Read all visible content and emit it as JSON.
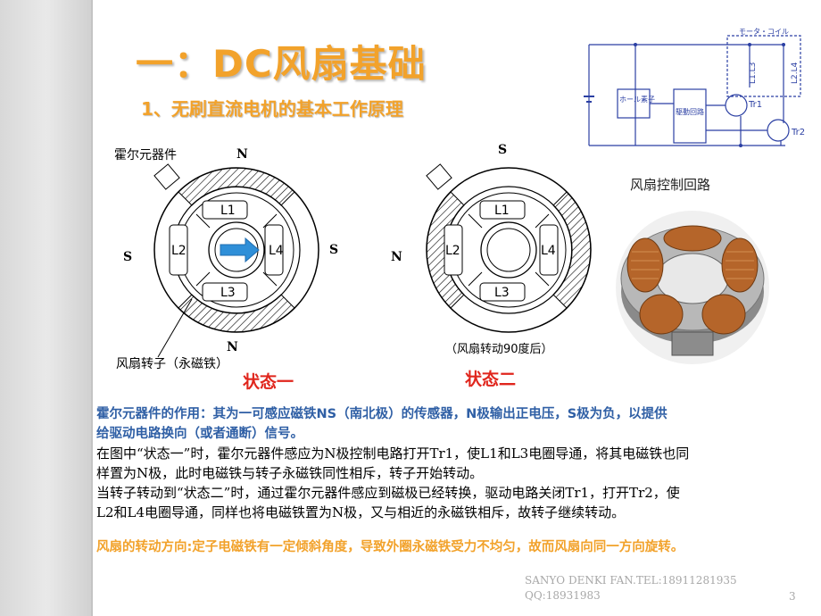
{
  "title": "一：DC风扇基础",
  "subtitle": "1、无刷直流电机的基本工作原理",
  "diagram_labels": {
    "hall_element": "霍尔元器件",
    "rotor": "风扇转子（永磁铁）",
    "state_one": "状态一",
    "state_two": "状态二",
    "rotated_note": "（风扇转动90度后）",
    "coil_L1": "L1",
    "coil_L2": "L2",
    "coil_L3": "L3",
    "coil_L4": "L4",
    "pole_N": "N",
    "pole_S": "S"
  },
  "circuit": {
    "caption": "风扇控制回路",
    "motor_coil": "モータ・コイル",
    "hall": "ホール素子",
    "drive": "駆動回路",
    "coil1": "L1.L3",
    "coil2": "L2.L4",
    "tr1": "Tr1",
    "tr2": "Tr2"
  },
  "body": {
    "line1": "霍尔元器件的作用：其为一可感应磁铁NS（南北极）的传感器，N极输出正电压，S极为负，以提供",
    "line2": "给驱动电路换向（或者通断）信号。",
    "line3": "在图中“状态一”时，霍尔元器件感应为N极控制电路打开Tr1，使L1和L3电圈导通，将其电磁铁也同",
    "line4": "样置为N极，此时电磁铁与转子永磁铁同性相斥，转子开始转动。",
    "line5": "当转子转动到“状态二”时，通过霍尔元器件感应到磁极已经转换，驱动电路关闭Tr1，打开Tr2，使",
    "line6": "L2和L4电圈导通，同样也将电磁铁置为N极，又与相近的永磁铁相斥，故转子继续转动。",
    "line7": "风扇的转动方向:定子电磁铁有一定倾斜角度，导致外圈永磁铁受力不均匀，故而风扇向同一方向旋转。"
  },
  "footer": {
    "line1": "SANYO DENKI FAN.TEL:18911281935",
    "line2": "QQ:18931983",
    "page": "3"
  },
  "colors": {
    "title": "#f2a22b",
    "state": "#e0261d",
    "blue_text": "#2f5fa5",
    "circuit": "#2b3fa3",
    "arrow": "#2f8fd8"
  }
}
